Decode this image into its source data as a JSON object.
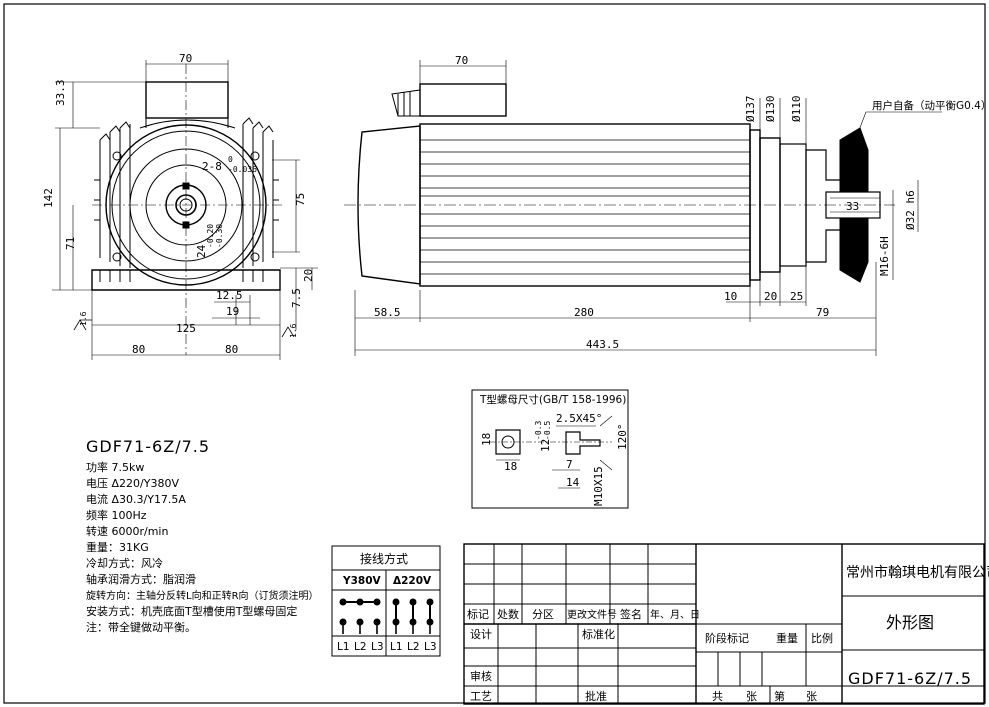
{
  "front_view": {
    "dims": {
      "top_width": "70",
      "box_height": "33.3",
      "height": "142",
      "center_height": "71",
      "bolt_span": "125",
      "half_left": "80",
      "half_right": "80",
      "slot_125": "12.5",
      "slot_19": "19",
      "slot_75": "75",
      "foot_20": "20",
      "foot_7_5": "7.5",
      "key_tol": "2-8",
      "tol_a_top": "0",
      "tol_a_bottom": "-0.036",
      "tol_b_top": "-0.20",
      "tol_b_bottom": "-0.30",
      "key_24": "24",
      "roughness_a": "1.6",
      "roughness_b": "1.6"
    }
  },
  "side_view": {
    "dims": {
      "top_width": "70",
      "len_58_5": "58.5",
      "len_280": "280",
      "len_79": "79",
      "len_443_5": "443.5",
      "len_10": "10",
      "len_20": "20",
      "len_25": "25",
      "len_33": "33",
      "dia_137": "Ø137",
      "dia_130": "Ø130",
      "dia_110": "Ø110",
      "dia_32": "Ø32 h6",
      "thread": "M16-6H"
    },
    "note": "用户自备（动平衡G0.4）"
  },
  "t_nut": {
    "title": "T型螺母尺寸(GB/T 158-1996)",
    "dims": {
      "chamfer": "2.5X45°",
      "w18": "18",
      "h18": "18",
      "h12": "12",
      "tol_a": "-0.3",
      "tol_b": "-0.5",
      "d7": "7",
      "d14": "14",
      "angle": "120°",
      "thread": "M10X15"
    }
  },
  "specs": {
    "model": "GDF71-6Z/7.5",
    "lines": [
      "功率  7.5kw",
      "电压  Δ220/Y380V",
      "电流  Δ30.3/Y17.5A",
      "频率  100Hz",
      "转速  6000r/min",
      "重量：31KG",
      "冷却方式：风冷",
      "轴承润滑方式：脂润滑",
      "旋转方向：主轴分反转L向和正转R向（订货须注明）",
      "安装方式：机壳底面T型槽使用T型螺母固定",
      "注：带全键做动平衡。"
    ]
  },
  "wiring": {
    "title": "接线方式",
    "y_label": "Y380V",
    "d_label": "Δ220V",
    "terminals": [
      "L1",
      "L2",
      "L3",
      "L1",
      "L2",
      "L3"
    ]
  },
  "title_block": {
    "headers": [
      "标记",
      "处数",
      "分区",
      "更改文件号",
      "签名",
      "年、月、日"
    ],
    "design": "设计",
    "standard": "标准化",
    "stage": "阶段标记",
    "weight": "重量",
    "scale": "比例",
    "review": "审核",
    "process": "工艺",
    "approve": "批准",
    "total": "共",
    "sheets": "张",
    "sheet_no": "第",
    "sheet_of": "张",
    "company": "常州市翰琪电机有限公司",
    "drawing_name": "外形图",
    "drawing_no": "GDF71-6Z/7.5"
  }
}
